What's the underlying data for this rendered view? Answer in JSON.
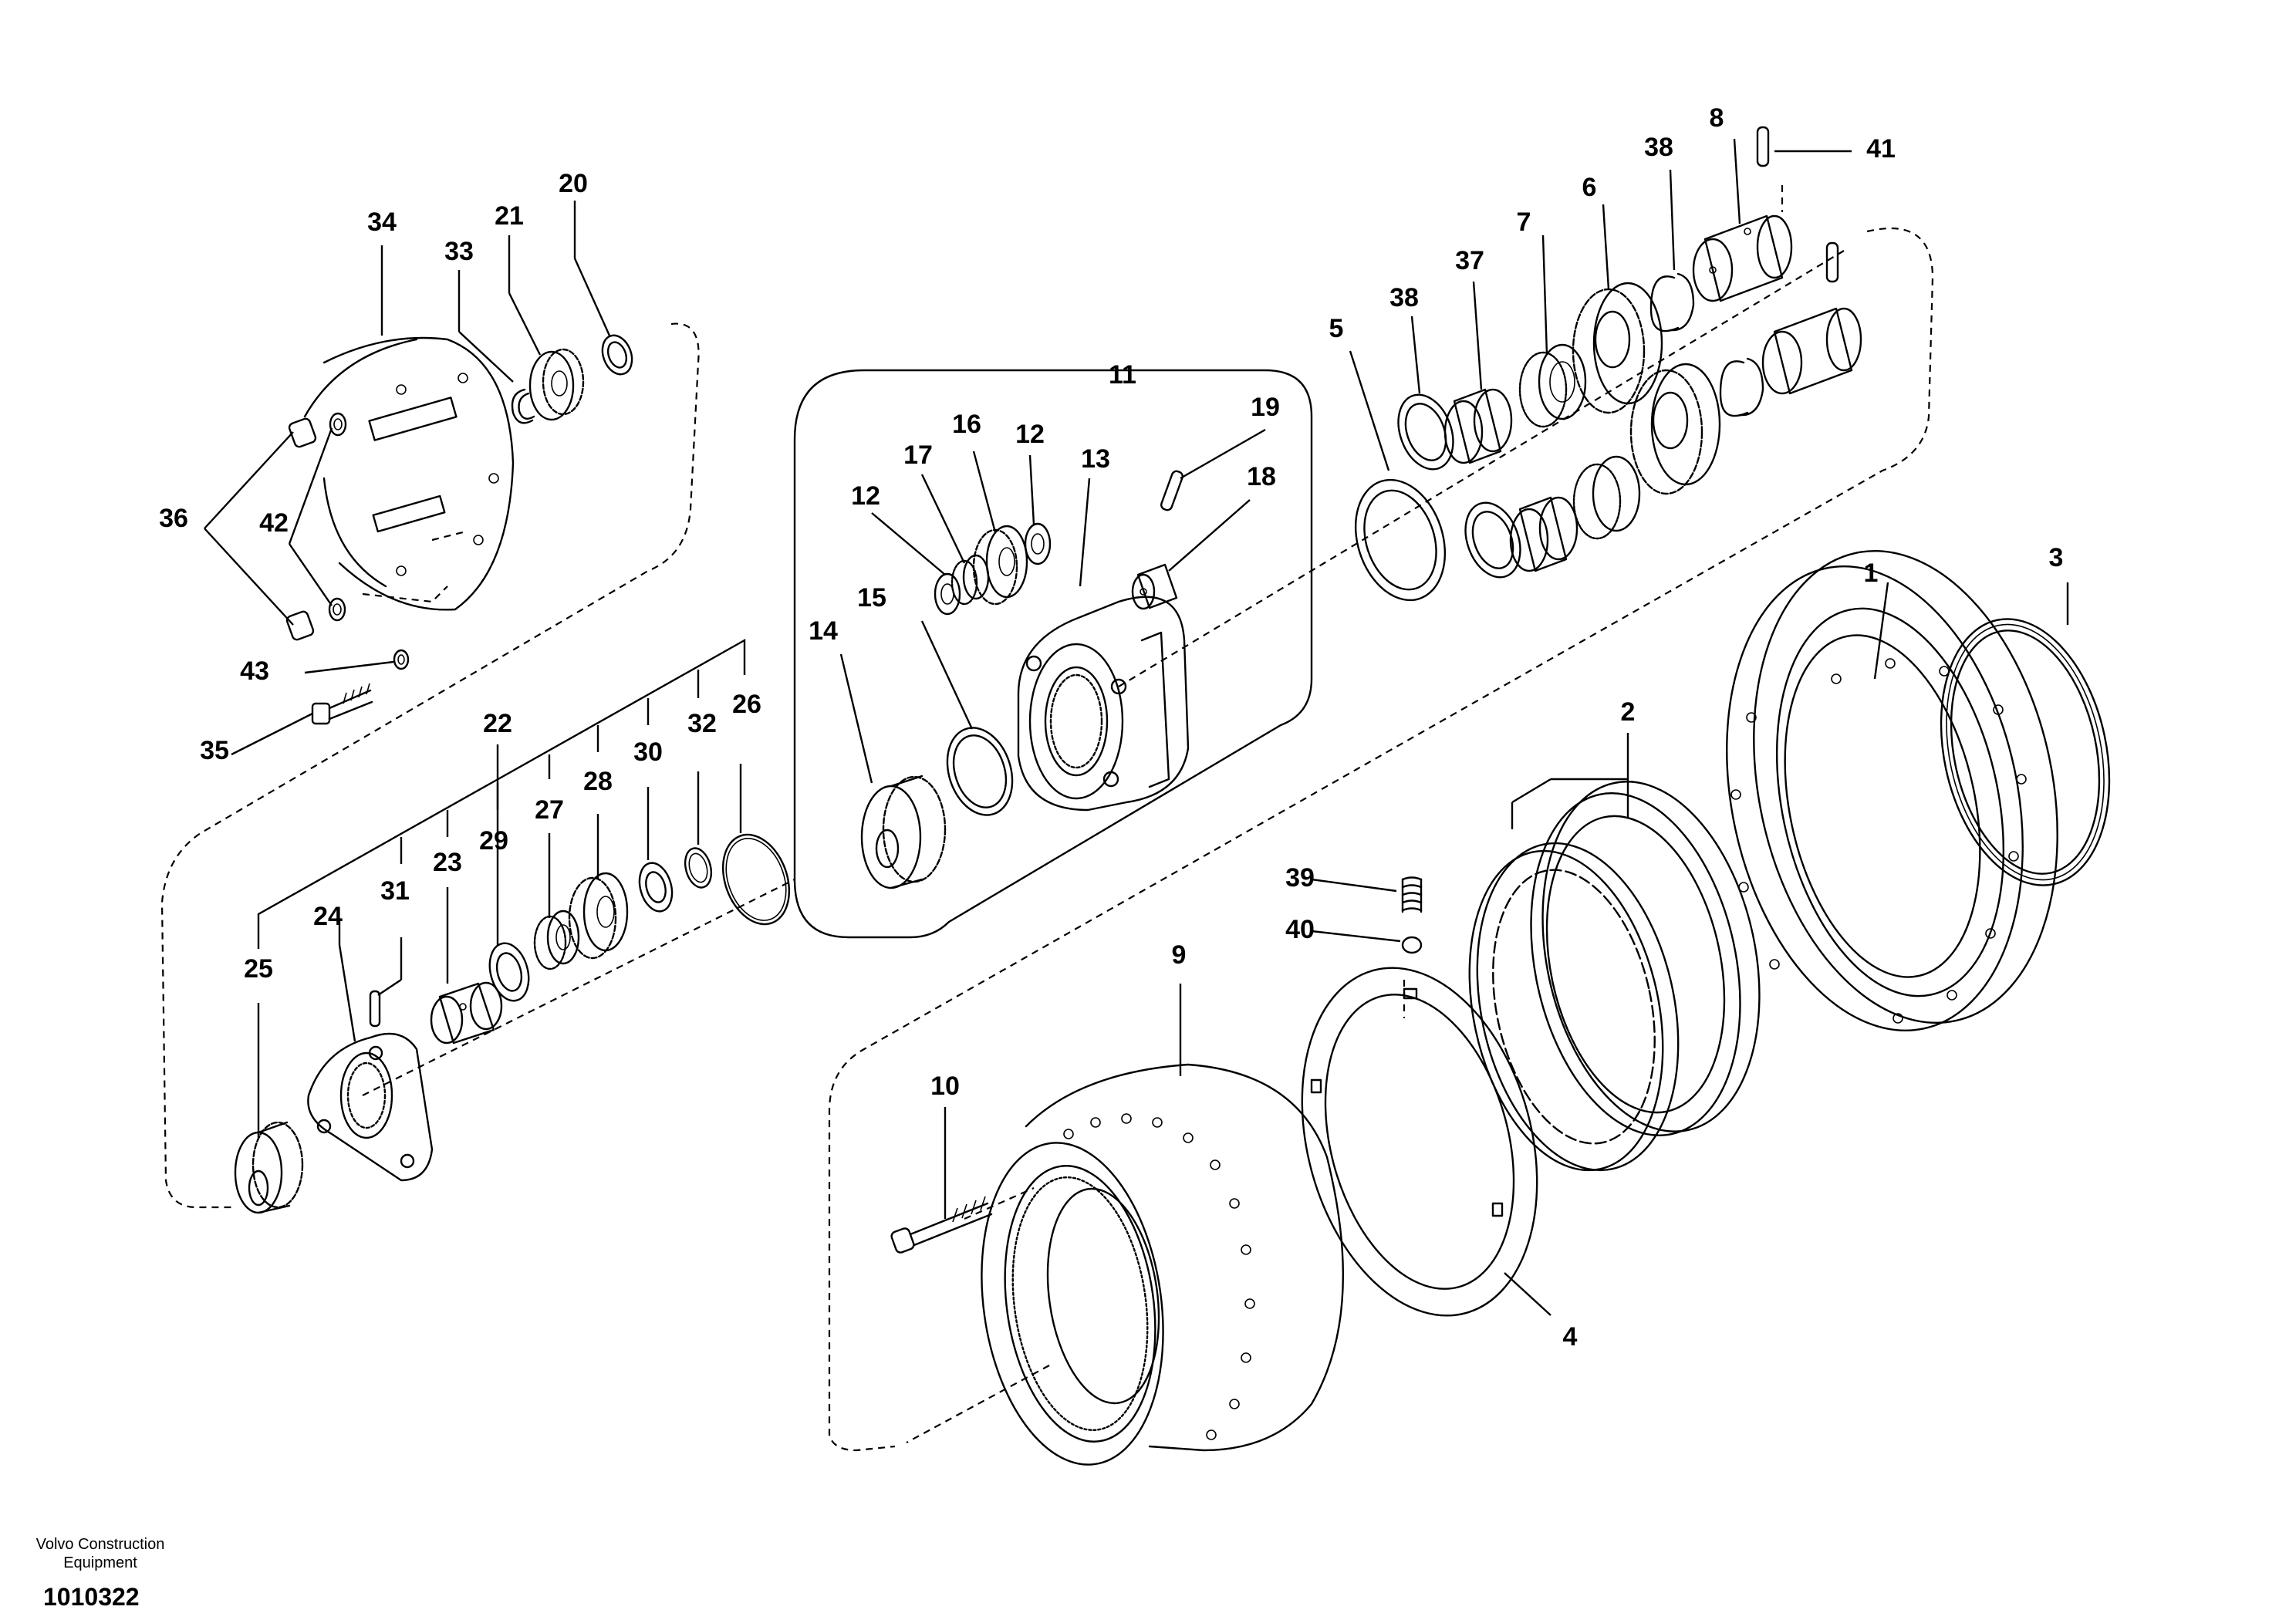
{
  "footer": {
    "company": "Volvo Construction Equipment",
    "drawing_number": "1010322"
  },
  "callouts": [
    "1",
    "2",
    "3",
    "4",
    "5",
    "6",
    "7",
    "8",
    "9",
    "10",
    "11",
    "12",
    "12",
    "13",
    "14",
    "15",
    "16",
    "17",
    "18",
    "19",
    "20",
    "21",
    "22",
    "23",
    "24",
    "25",
    "26",
    "27",
    "28",
    "29",
    "30",
    "31",
    "32",
    "33",
    "34",
    "35",
    "36",
    "37",
    "38",
    "38",
    "39",
    "40",
    "41",
    "42",
    "43"
  ],
  "colors": {
    "line": "#000000",
    "background": "#ffffff"
  }
}
